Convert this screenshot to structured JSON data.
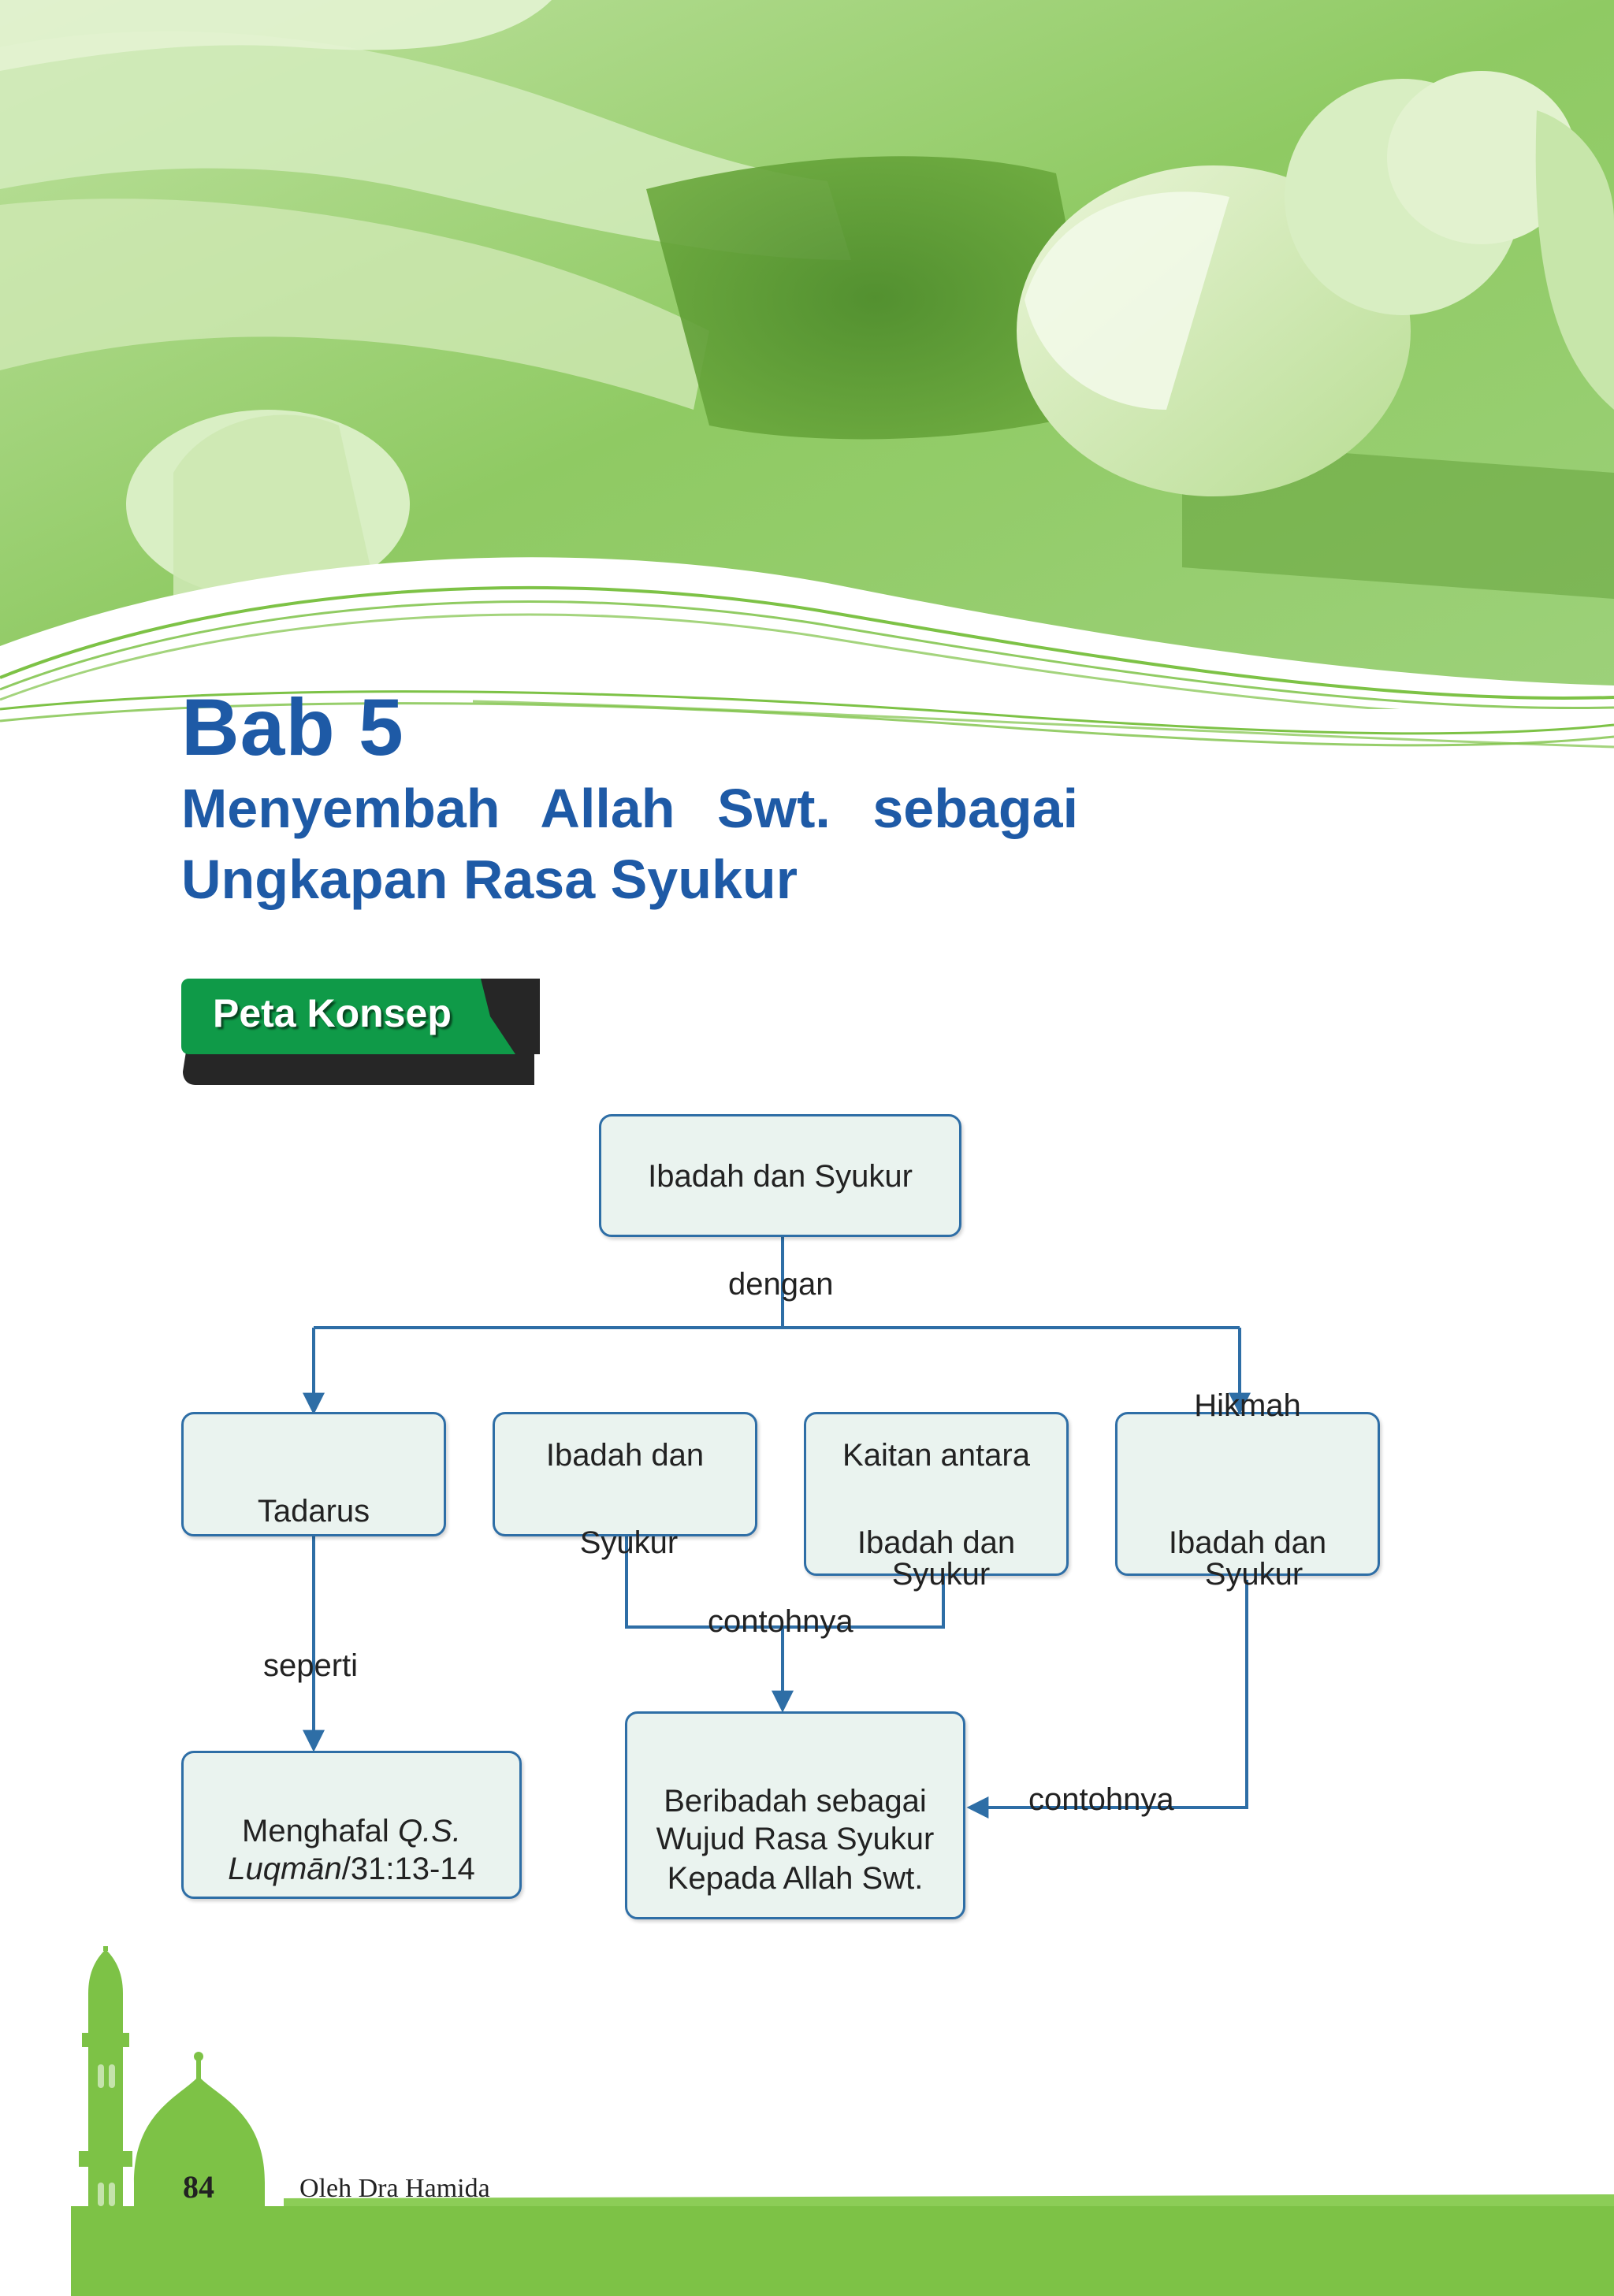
{
  "chapter": {
    "number": "Bab 5",
    "title_line1": "Menyembah Allah Swt. sebagai",
    "title_line2": "Ungkapan Rasa Syukur"
  },
  "concept_map": {
    "tab_label": "Peta Konsep",
    "root": "Ibadah dan Syukur",
    "link_dengan": "dengan",
    "box_tadarus": "Tadarus",
    "box_ibadah_line1": "Ibadah dan",
    "box_ibadah_line2": "Syukur",
    "box_kaitan_line1": "Kaitan antara",
    "box_kaitan_line2": "Ibadah dan",
    "box_kaitan_line3": "Syukur",
    "box_hikmah_line1": "Hikmah",
    "box_hikmah_line2": "Ibadah dan",
    "box_hikmah_line3": "Syukur",
    "link_seperti": "seperti",
    "box_menghafal_line1_a": "Menghafal ",
    "box_menghafal_line1_b": "Q.S.",
    "box_menghafal_line2_a": "Luqmān",
    "box_menghafal_line2_b": "/31:13-14",
    "link_contohnya_1": "contohnya",
    "box_beribadah_line1": "Beribadah sebagai",
    "box_beribadah_line2": "Wujud Rasa Syukur",
    "box_beribadah_line3": "Kepada Allah Swt.",
    "link_contohnya_2": "contohnya",
    "line_color": "#2e6ea6",
    "box_fill": "#eaf3ef"
  },
  "footer": {
    "page_number": "84",
    "author": "Oleh Dra Hamida"
  },
  "colors": {
    "heading_blue": "#1e5aa6",
    "theme_green": "#7dc246",
    "tab_green": "#0f9a48"
  }
}
